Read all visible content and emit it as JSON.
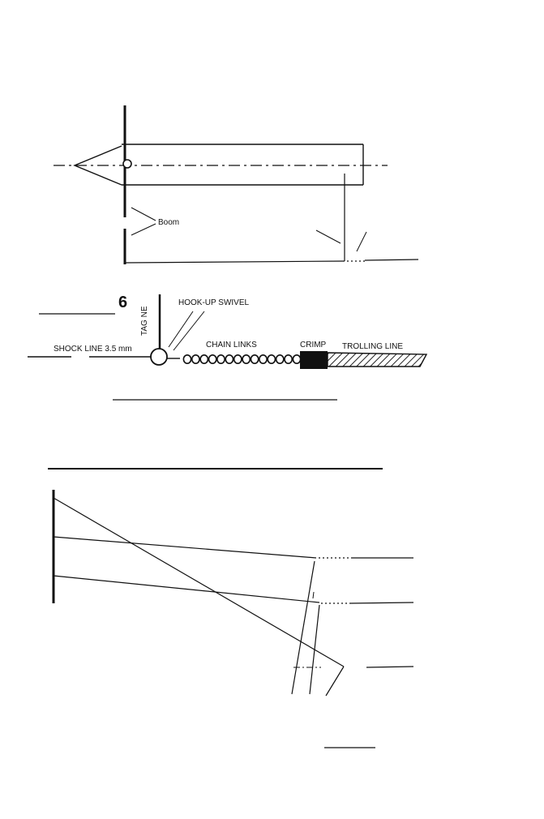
{
  "diagram_top": {
    "boom_label": "Boom"
  },
  "diagram_middle": {
    "figure_number": "6",
    "tag_line_label": "TAG  NE",
    "hook_up_swivel_label": "HOOK-UP SWIVEL",
    "shock_line_label": "SHOCK LINE 3.5 mm",
    "chain_links_label": "CHAIN LINKS",
    "crimp_label": "CRIMP",
    "trolling_line_label": "TROLLING LINE",
    "chain_link_count": 14
  },
  "colors": {
    "ink": "#111111",
    "paper": "#ffffff",
    "hatch": "#222222"
  }
}
